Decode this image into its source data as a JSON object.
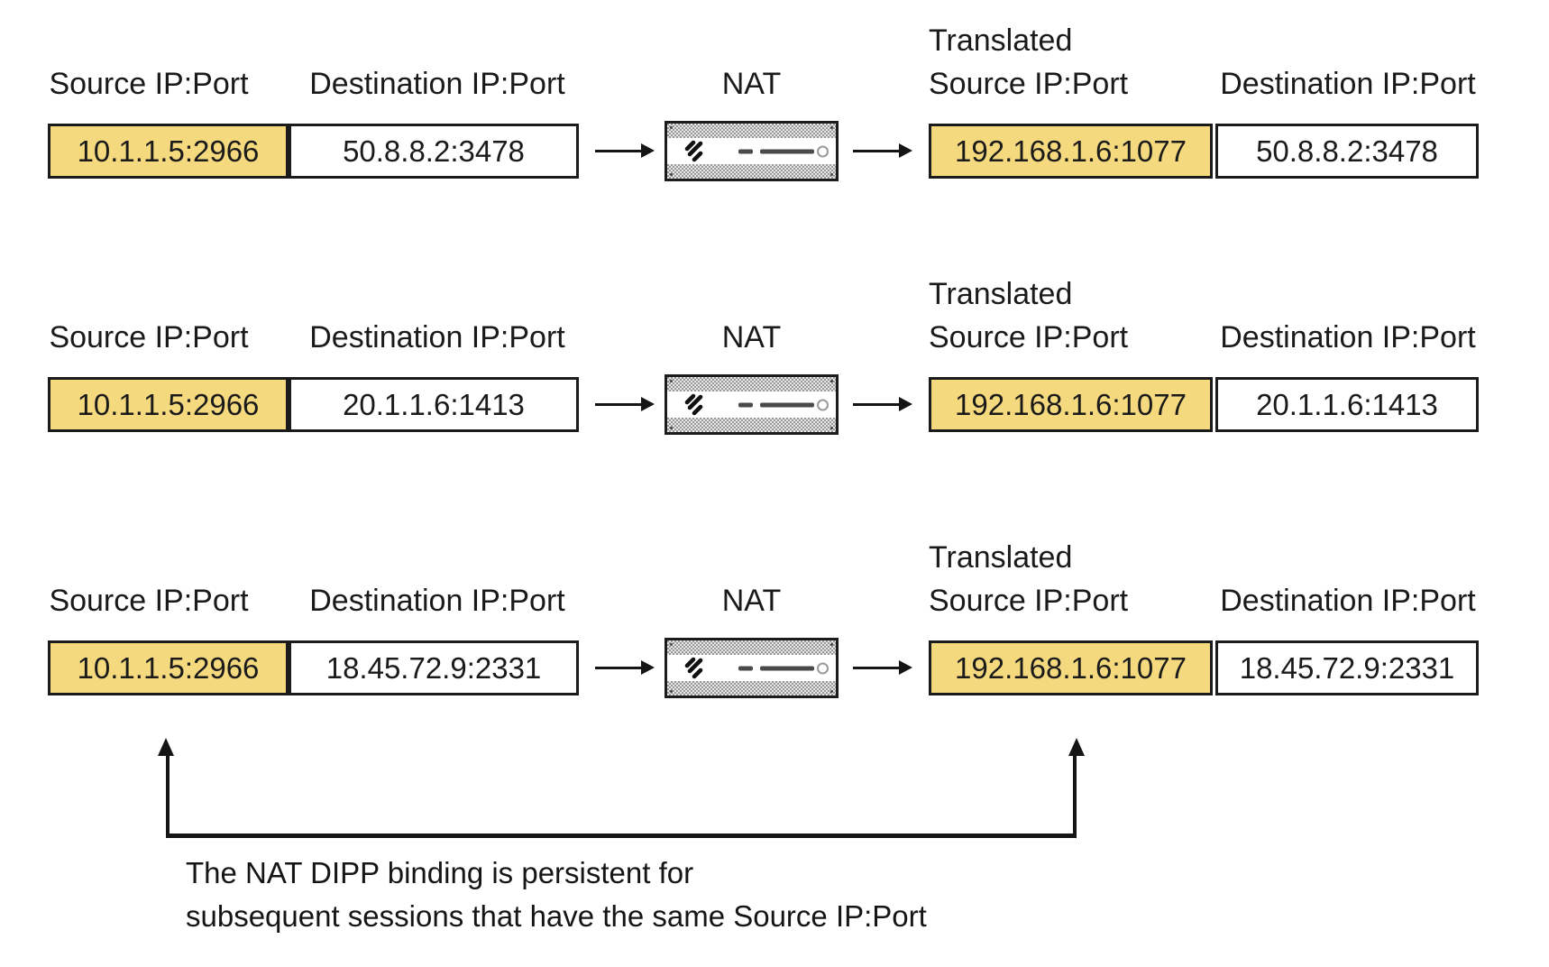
{
  "headers": {
    "source_label": "Source IP:Port",
    "destination_label": "Destination IP:Port",
    "nat_label": "NAT",
    "translated_label_line1": "Translated",
    "translated_label_line2": "Source IP:Port",
    "translated_destination_label": "Destination IP:Port"
  },
  "rows": [
    {
      "source": "10.1.1.5:2966",
      "destination": "50.8.8.2:3478",
      "translated_source": "192.168.1.6:1077",
      "translated_destination": "50.8.8.2:3478"
    },
    {
      "source": "10.1.1.5:2966",
      "destination": "20.1.1.6:1413",
      "translated_source": "192.168.1.6:1077",
      "translated_destination": "20.1.1.6:1413"
    },
    {
      "source": "10.1.1.5:2966",
      "destination": "18.45.72.9:2331",
      "translated_source": "192.168.1.6:1077",
      "translated_destination": "18.45.72.9:2331"
    }
  ],
  "caption": {
    "line1": "The NAT DIPP binding is persistent for",
    "line2": "subsequent sessions that have the same Source IP:Port"
  },
  "colors": {
    "highlight_yellow": "#F5D97E",
    "line_black": "#151515",
    "background": "#FFFFFF"
  },
  "icons": {
    "nat_device": "firewall-appliance-icon",
    "flow_arrow": "right-arrow-icon",
    "binding_arrows": "up-arrow-icon"
  }
}
